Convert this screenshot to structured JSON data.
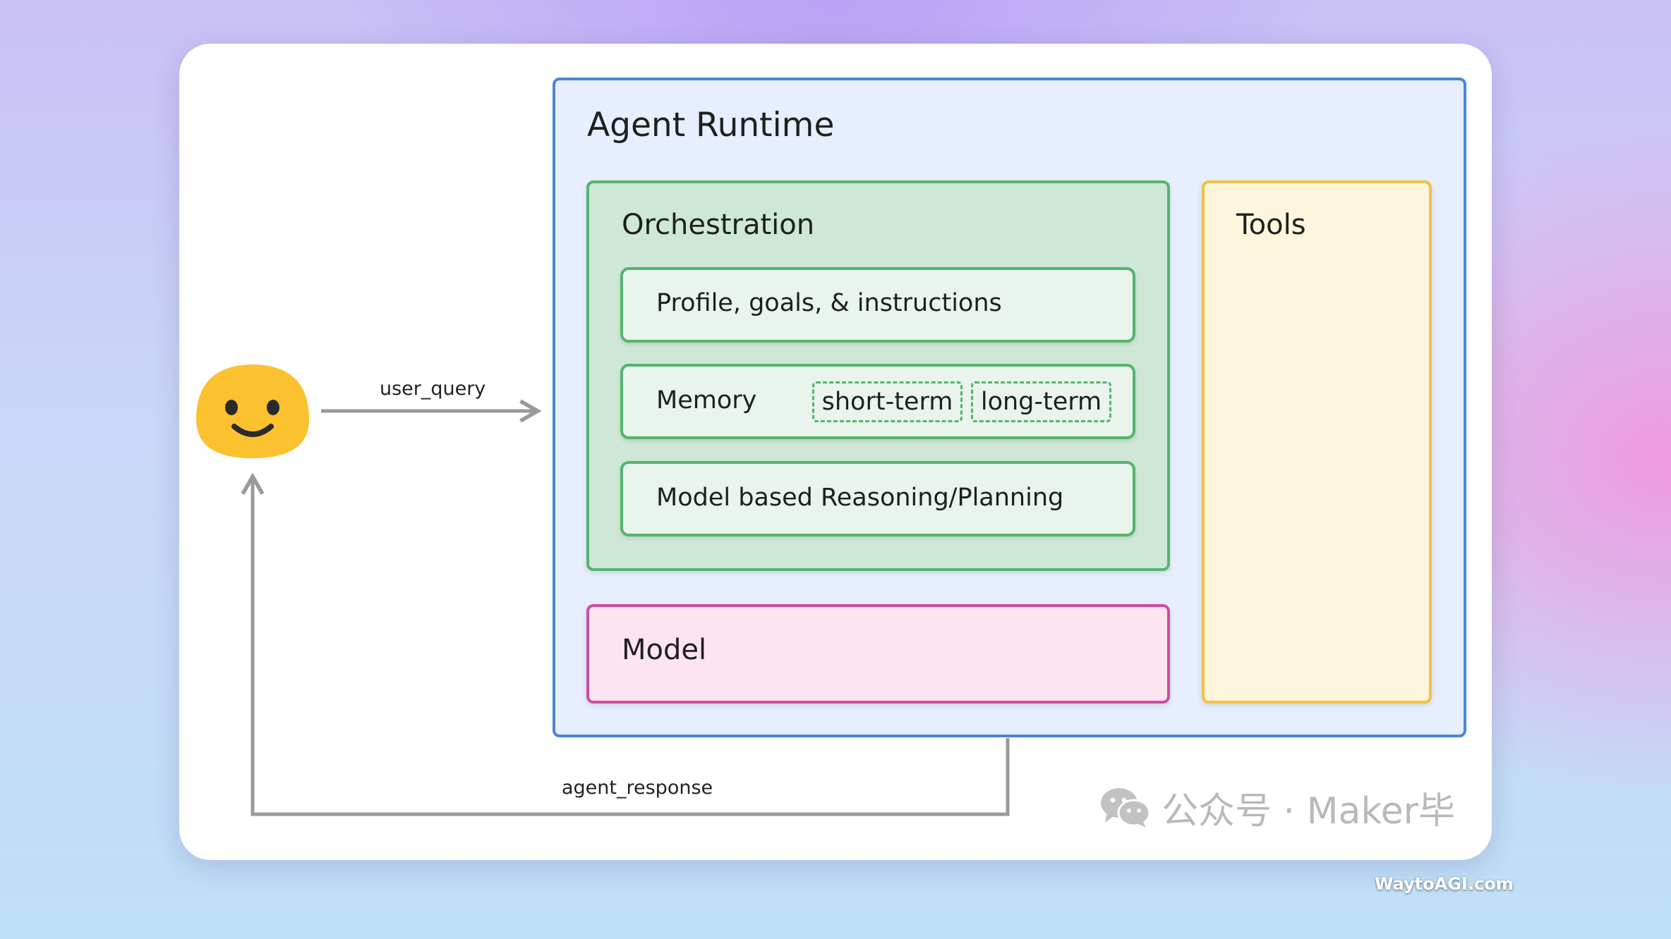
{
  "diagram": {
    "runtime_title": "Agent Runtime",
    "orchestration_title": "Orchestration",
    "profile_label": "Profile, goals, & instructions",
    "memory_label": "Memory",
    "memory_short": "short-term",
    "memory_long": "long-term",
    "reasoning_label": "Model based Reasoning/Planning",
    "tools_title": "Tools",
    "model_title": "Model",
    "user_query_label": "user_query",
    "agent_response_label": "agent_response",
    "user_icon": "smiley-face-icon"
  },
  "watermark": {
    "icon": "wechat-icon",
    "text": "公众号 · Maker毕"
  },
  "site_mark": "WaytoAGI.com",
  "colors": {
    "runtime_border": "#4a86d6",
    "runtime_fill": "#e7eefe",
    "orchestration_border": "#55b56c",
    "orchestration_fill": "#cfe7d6",
    "tools_border": "#f4c042",
    "tools_fill": "#fdf6dc",
    "model_border": "#d04ba4",
    "model_fill": "#fce4f1",
    "face": "#fbc12f",
    "arrow": "#9a9a9a"
  }
}
